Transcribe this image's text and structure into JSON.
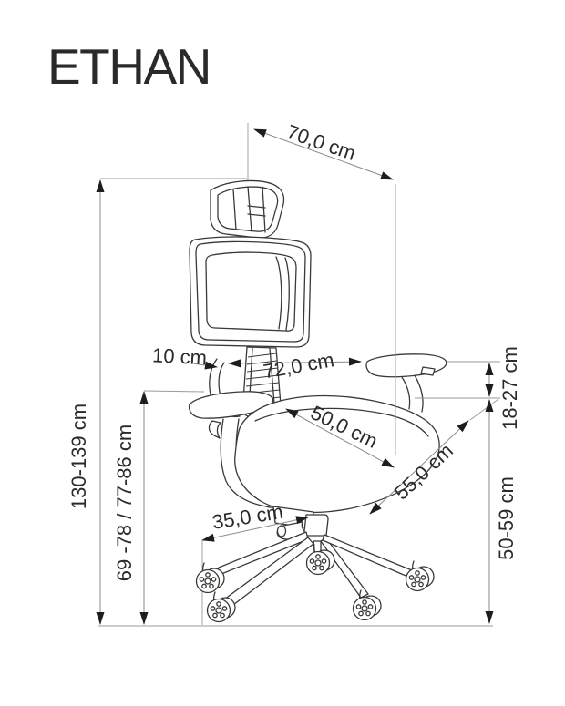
{
  "product": {
    "name": "ETHAN"
  },
  "dimension_labels": {
    "overall_width": "70,0 cm",
    "overall_height": "130-139 cm",
    "floor_to_armrest": "69 -78 / 77-86 cm",
    "headrest_range": "10 cm",
    "armrest_span": "72,0 cm",
    "seat_width": "50,0 cm",
    "seat_depth": "55,0 cm",
    "base_depth": "35,0 cm",
    "seat_to_armrest": "18-27 cm",
    "seat_height": "50-59 cm"
  }
}
